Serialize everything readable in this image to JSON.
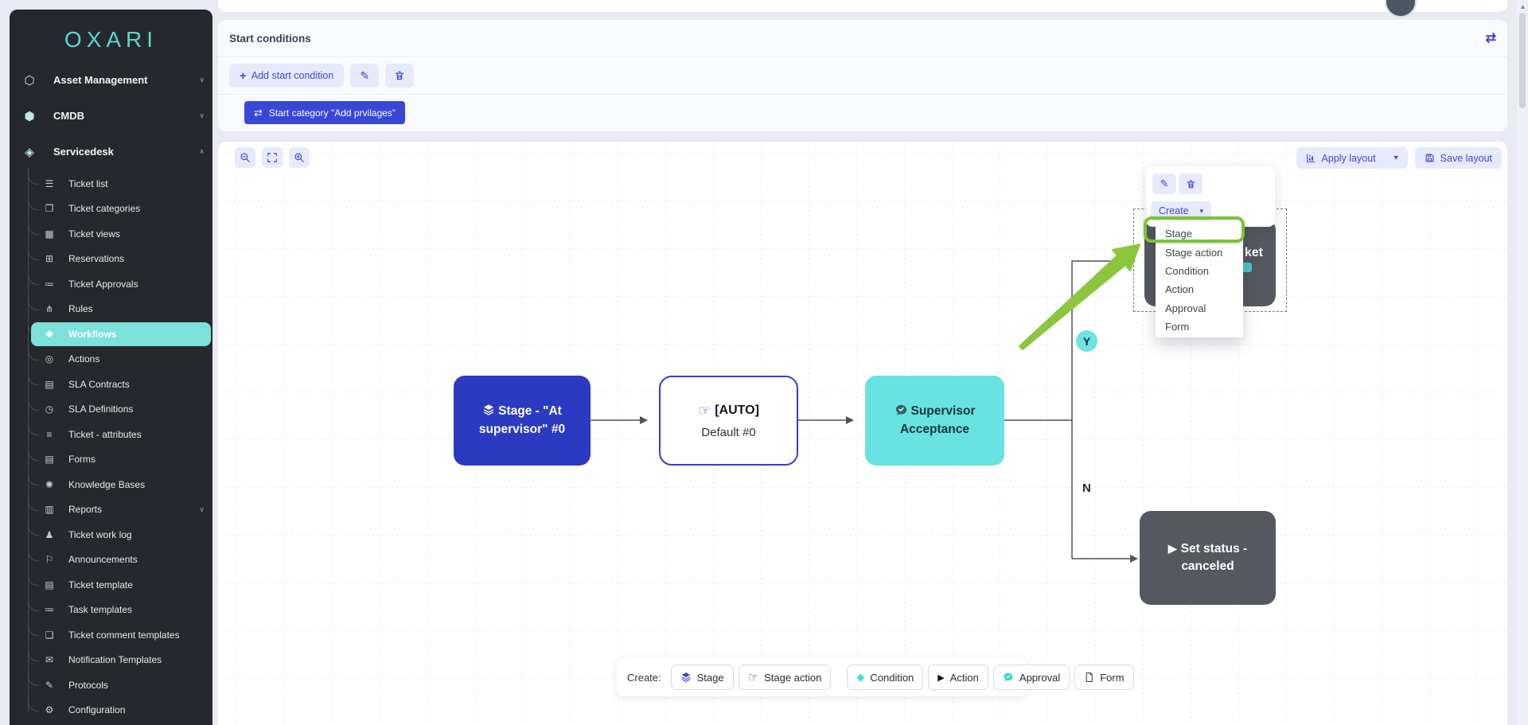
{
  "app": {
    "logo": "OXARI"
  },
  "colors": {
    "accent_teal": "#57d9cb",
    "active_pill": "#7ce1da",
    "indigo": "#3a47d5",
    "chip_blue": "#3747d6",
    "node_blue": "#2c3ac1",
    "node_teal": "#67e2e1",
    "node_dark": "#55585f",
    "annotation_green": "#8cc63f",
    "sidebar_bg": "#26282d"
  },
  "sidebar": {
    "sections": [
      {
        "label": "Asset Management",
        "glyph": "⬡",
        "chevron": "∨"
      },
      {
        "label": "CMDB",
        "glyph": "⬢",
        "chevron": "∨"
      },
      {
        "label": "Servicedesk",
        "glyph": "◈",
        "chevron": "∧"
      }
    ],
    "items": [
      {
        "label": "Ticket list",
        "glyph": "☰"
      },
      {
        "label": "Ticket categories",
        "glyph": "❐"
      },
      {
        "label": "Ticket views",
        "glyph": "▦"
      },
      {
        "label": "Reservations",
        "glyph": "⊞"
      },
      {
        "label": "Ticket Approvals",
        "glyph": "≔"
      },
      {
        "label": "Rules",
        "glyph": "⋔"
      },
      {
        "label": "Workflows",
        "glyph": "❖"
      },
      {
        "label": "Actions",
        "glyph": "◎"
      },
      {
        "label": "SLA Contracts",
        "glyph": "▤"
      },
      {
        "label": "SLA Definitions",
        "glyph": "◷"
      },
      {
        "label": "Ticket - attributes",
        "glyph": "≡"
      },
      {
        "label": "Forms",
        "glyph": "▤"
      },
      {
        "label": "Knowledge Bases",
        "glyph": "✺"
      },
      {
        "label": "Reports",
        "glyph": "▥",
        "chevron": "∨"
      },
      {
        "label": "Ticket work log",
        "glyph": "♟"
      },
      {
        "label": "Announcements",
        "glyph": "⚐"
      },
      {
        "label": "Ticket template",
        "glyph": "▤"
      },
      {
        "label": "Task templates",
        "glyph": "≔"
      },
      {
        "label": "Ticket comment templates",
        "glyph": "❏"
      },
      {
        "label": "Notification Templates",
        "glyph": "✉"
      },
      {
        "label": "Protocols",
        "glyph": "✎"
      },
      {
        "label": "Configuration",
        "glyph": "⚙"
      }
    ]
  },
  "start_conditions": {
    "title": "Start conditions",
    "add_button": "Add start condition",
    "plus": "+",
    "pencil": "✎",
    "repeat": "⇄",
    "category_chip": "Start category \"Add prvilages\""
  },
  "canvas": {
    "apply_layout": "Apply layout",
    "save_layout": "Save layout",
    "caret": "▾",
    "branch_yes": "Y",
    "branch_no": "N",
    "nodes": {
      "stage": {
        "label": "Stage - \"At supervisor\" #0"
      },
      "stage_action": {
        "title": "[AUTO]",
        "subtitle": "Default #0",
        "hand": "☞"
      },
      "approval": {
        "label": "Supervisor Acceptance"
      },
      "action": {
        "label": "Set status - canceled",
        "play": "▶"
      },
      "hidden_fragment": "ket"
    },
    "context_menu": {
      "pencil": "✎",
      "create_label": "Create",
      "items": [
        "Stage",
        "Stage action",
        "Condition",
        "Action",
        "Approval",
        "Form"
      ]
    },
    "bottom_toolbar": {
      "label": "Create:",
      "buttons": [
        "Stage",
        "Stage action",
        "Condition",
        "Action",
        "Approval",
        "Form"
      ],
      "diamond": "◆",
      "play": "▶",
      "hand": "☞"
    }
  }
}
